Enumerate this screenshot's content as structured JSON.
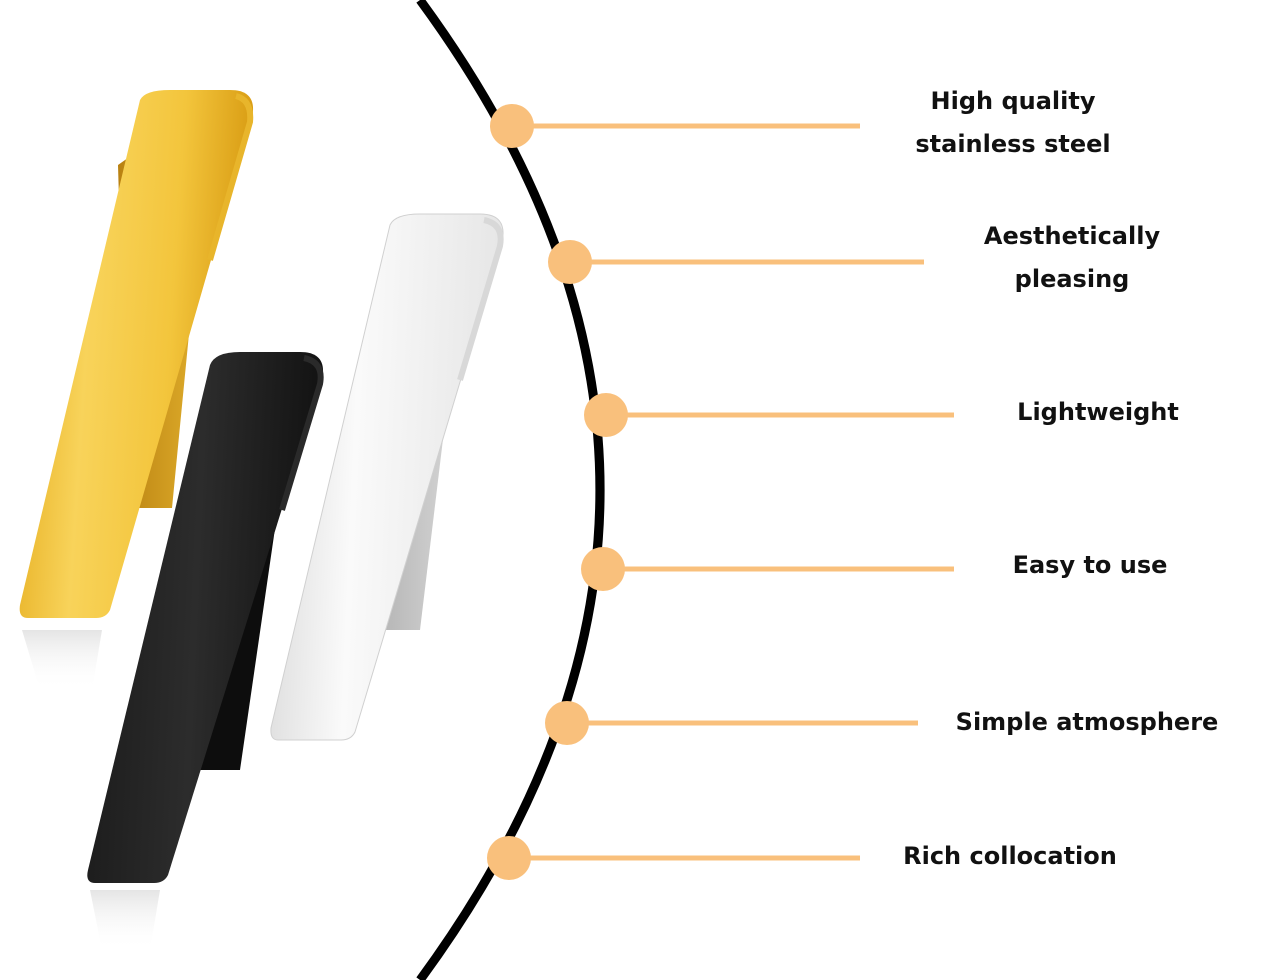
{
  "colors": {
    "accent": "#F9C07C",
    "arc": "#000000",
    "background": "#FFFFFF",
    "text": "#111111"
  },
  "products": [
    {
      "name": "gold-tie-clip",
      "color": "gold"
    },
    {
      "name": "black-tie-clip",
      "color": "black"
    },
    {
      "name": "silver-tie-clip",
      "color": "silver"
    }
  ],
  "features": [
    {
      "id": "quality",
      "lines": [
        "High quality",
        "stainless steel"
      ]
    },
    {
      "id": "aesthetic",
      "lines": [
        "Aesthetically",
        "pleasing"
      ]
    },
    {
      "id": "lightweight",
      "lines": [
        "Lightweight"
      ]
    },
    {
      "id": "easy",
      "lines": [
        "Easy to use"
      ]
    },
    {
      "id": "atmosphere",
      "lines": [
        "Simple atmosphere"
      ]
    },
    {
      "id": "collocation",
      "lines": [
        "Rich collocation"
      ]
    }
  ]
}
